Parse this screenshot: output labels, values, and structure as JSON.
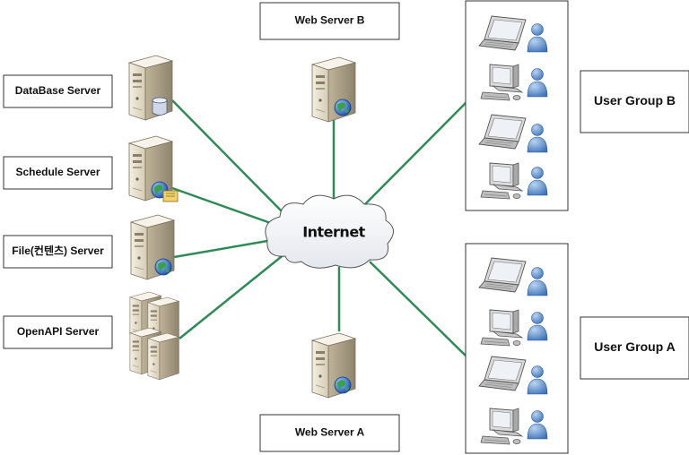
{
  "internet": {
    "label": "Internet"
  },
  "servers": {
    "database": "DataBase Server",
    "schedule": "Schedule Server",
    "file": "File(컨텐츠) Server",
    "openapi": "OpenAPI Server",
    "web_b": "Web Server B",
    "web_a": "Web Server A"
  },
  "groups": {
    "b": "User Group B",
    "a": "User Group A"
  },
  "colors": {
    "link": "#2e8b57",
    "server_body": "#e3dccb",
    "globe": "#2f67c8",
    "user": "#4d84c9"
  },
  "icons": {
    "server": "server-tower-icon",
    "laptop": "laptop-icon",
    "desktop": "desktop-computer-icon",
    "user": "user-icon",
    "cloud": "cloud-icon"
  }
}
